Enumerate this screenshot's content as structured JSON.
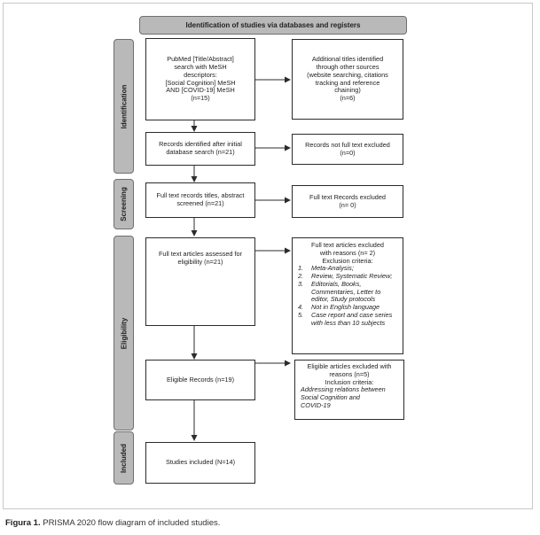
{
  "header": "Identification of studies via databases and registers",
  "stages": {
    "identification": "Identification",
    "screening": "Screening",
    "eligibility": "Eligibility",
    "included": "Included"
  },
  "boxes": {
    "pubmed": [
      "PubMed [Title/Abstract]",
      "search with MeSH",
      "descriptors:",
      "[Social Cognition] MeSH",
      "AND [COVID-19] MeSH",
      "(n=15)"
    ],
    "additional": [
      "Additional titles identified",
      "through other sources",
      "(website searching, citations",
      "tracking and reference",
      "chaining)",
      "(n=6)"
    ],
    "records_identified": [
      "Records identified after initial",
      "database search (n=21)"
    ],
    "records_not_full_text": [
      "Records not full text excluded",
      "(n=0)"
    ],
    "full_text_screened": [
      "Full text records titles, abstract",
      "screened (n=21)"
    ],
    "full_text_excluded": [
      "Full text Records excluded",
      "(n= 0)"
    ],
    "assessed": [
      "Full text articles assessed for",
      "eligibility (n=21)"
    ],
    "excluded_reasons": {
      "head": [
        "Full text articles excluded",
        "with reasons (n= 2)",
        "Exclusion criteria:"
      ],
      "criteria": [
        {
          "num": "1.",
          "text": "Meta-Analysis;"
        },
        {
          "num": "2.",
          "text": "Review, Systematic Review;"
        },
        {
          "num": "3.",
          "text": "Editorials, Books, Commentaries, Letter to editor, Study protocols"
        },
        {
          "num": "4.",
          "text": "Not in English language"
        },
        {
          "num": "5.",
          "text": "Case report and case series with less than 10 subjects"
        }
      ]
    },
    "eligible": [
      "Eligible Records (n=19)"
    ],
    "eligible_excluded": {
      "head": [
        "Eligible articles excluded with",
        "reasons (n=5)",
        "Inclusion criteria:"
      ],
      "criteria": [
        "Addressing relations between",
        "Social Cognition and",
        "COVID-19"
      ]
    },
    "included": [
      "Studies included (N=14)"
    ]
  },
  "caption": {
    "label": "Figura 1.",
    "text": "PRISMA 2020 flow diagram of included studies."
  }
}
